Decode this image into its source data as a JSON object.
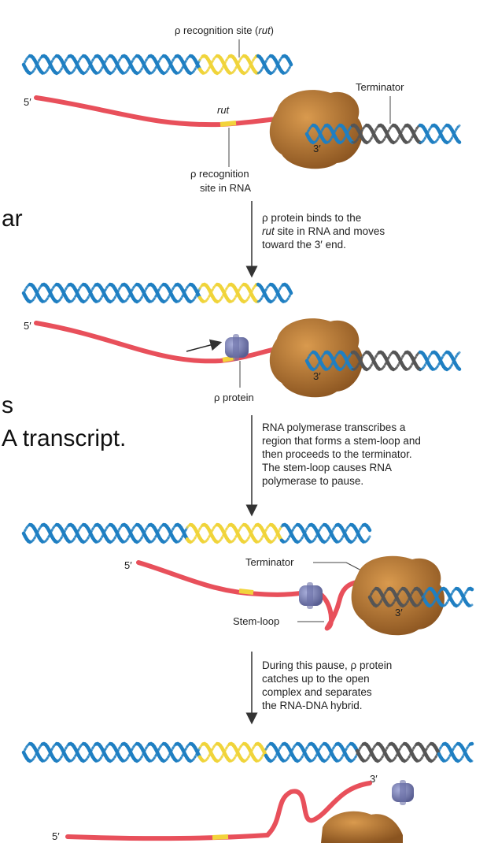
{
  "slide_fragments": {
    "left1": "ar",
    "left2": "s",
    "left3": "A transcript."
  },
  "panel1": {
    "rut_top_label": "ρ recognition site (",
    "rut_top_italic": "rut",
    "rut_top_close": ")",
    "terminator": "Terminator",
    "five_prime": "5′",
    "rut_rna": "rut",
    "three_prime": "3′",
    "rna_site_line1": "ρ recognition",
    "rna_site_line2": "site in RNA"
  },
  "step1": {
    "line1": "ρ protein binds to the",
    "line2_italic": "rut",
    "line2_rest": " site in RNA and moves",
    "line3": "toward the 3′ end."
  },
  "panel2": {
    "five_prime": "5′",
    "three_prime": "3′",
    "rho_protein": "ρ protein"
  },
  "step2": {
    "lines": [
      "RNA polymerase transcribes a",
      "region that forms a stem-loop and",
      "then proceeds to the terminator.",
      "The stem-loop causes RNA",
      "polymerase to pause."
    ]
  },
  "panel3": {
    "five_prime": "5′",
    "terminator": "Terminator",
    "stem_loop": "Stem-loop",
    "three_prime": "3′"
  },
  "step3": {
    "lines": [
      "During this pause, ρ protein",
      "catches up to the open",
      "complex and separates",
      "the RNA-DNA hybrid."
    ]
  },
  "panel4": {
    "three_prime": "3′",
    "five_prime": "5′"
  },
  "colors": {
    "dna_blue": "#1f7fc2",
    "dna_yellow": "#f0d43a",
    "dna_gray": "#555555",
    "rna_red": "#e8505b",
    "rna_yellow": "#f2d33c",
    "polymerase": "#b9772e",
    "rho": "#7c82b8"
  }
}
